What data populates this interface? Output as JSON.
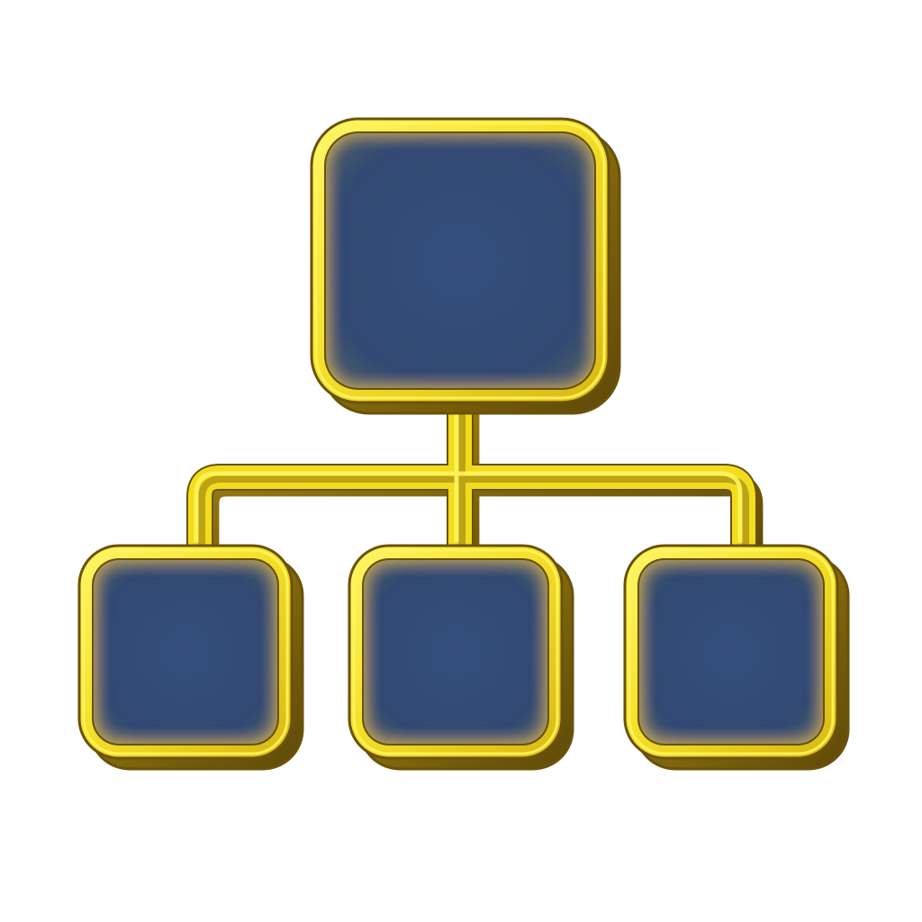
{
  "diagram": {
    "kind": "hierarchy-tree",
    "nodes": [
      {
        "id": "root",
        "level": 0,
        "text": ""
      },
      {
        "id": "child-left",
        "level": 1,
        "parent": "root",
        "text": ""
      },
      {
        "id": "child-middle",
        "level": 1,
        "parent": "root",
        "text": ""
      },
      {
        "id": "child-right",
        "level": 1,
        "parent": "root",
        "text": ""
      }
    ],
    "edges": [
      {
        "from": "root",
        "to": "child-left"
      },
      {
        "from": "root",
        "to": "child-middle"
      },
      {
        "from": "root",
        "to": "child-right"
      }
    ]
  },
  "colors": {
    "background": "#ffffff",
    "frame_highlight": "#fff45a",
    "frame_main": "#f2dc1e",
    "frame_shadow": "#8a6e0c",
    "frame_edge": "#6a520a",
    "fill": "#364f78",
    "fill_dark": "#2a3e60",
    "glow": "#d9b84a"
  },
  "icon": "org-chart-icon"
}
